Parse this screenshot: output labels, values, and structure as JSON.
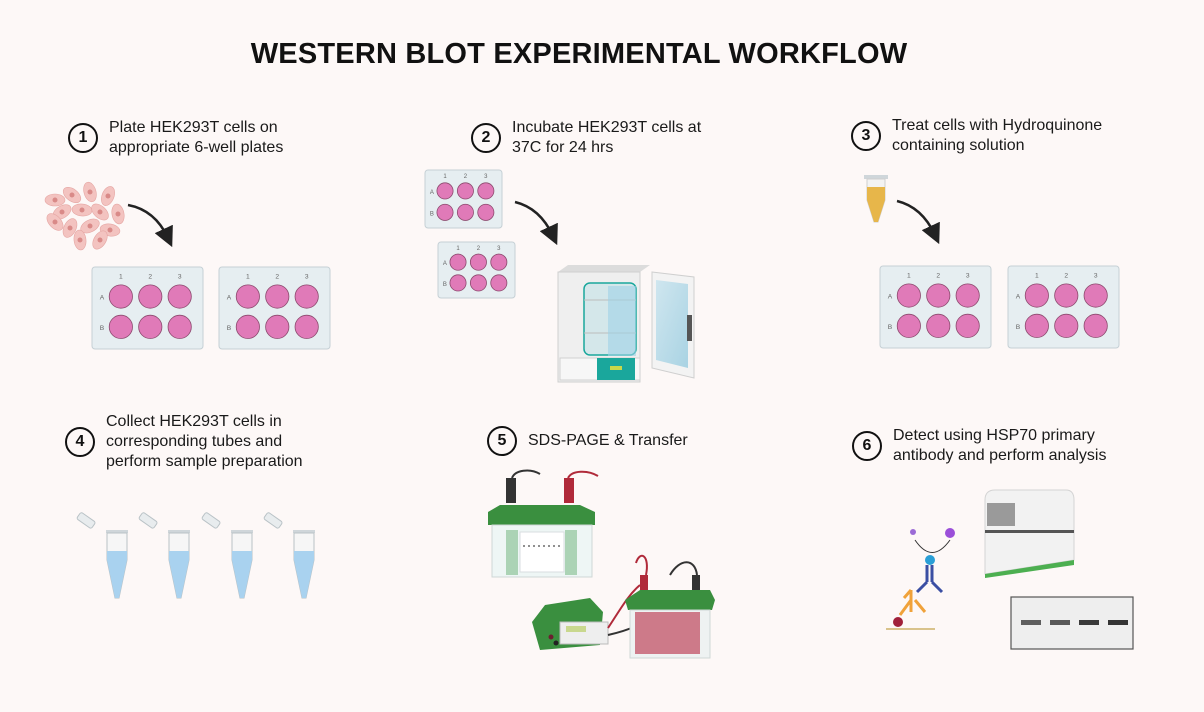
{
  "title": "WESTERN BLOT EXPERIMENTAL WORKFLOW",
  "colors": {
    "background": "#fdf8f7",
    "well_pink": "#e07ab8",
    "plate": "#e6eef1",
    "incubator_accent": "#1aa79c",
    "gel_green": "#3a8f3f",
    "tube_liquid_blue": "#a9d2ef",
    "tube_liquid_yellow": "#e7b64a"
  },
  "steps": [
    {
      "number": "1",
      "lines": [
        "Plate HEK293T cells on",
        "appropriate 6-well plates"
      ],
      "icons": [
        "cells-icon",
        "arrow-icon",
        "six-well-plate-icon",
        "six-well-plate-icon"
      ]
    },
    {
      "number": "2",
      "lines": [
        "Incubate HEK293T cells at",
        "37C for 24 hrs"
      ],
      "icons": [
        "six-well-plate-icon",
        "six-well-plate-icon",
        "arrow-icon",
        "incubator-icon"
      ]
    },
    {
      "number": "3",
      "lines": [
        "Treat cells with Hydroquinone",
        "containing solution"
      ],
      "icons": [
        "tube-icon",
        "arrow-icon",
        "six-well-plate-icon",
        "six-well-plate-icon"
      ]
    },
    {
      "number": "4",
      "lines": [
        "Collect HEK293T cells in",
        "corresponding tubes and",
        "perform sample preparation"
      ],
      "icons": [
        "tube-icon",
        "tube-icon",
        "tube-icon",
        "tube-icon"
      ]
    },
    {
      "number": "5",
      "lines": [
        "SDS-PAGE & Transfer"
      ],
      "icons": [
        "electrophoresis-tank-icon",
        "power-supply-icon",
        "transfer-tank-icon"
      ]
    },
    {
      "number": "6",
      "lines": [
        "Detect using HSP70 primary",
        "antibody and perform analysis"
      ],
      "icons": [
        "antibody-icon",
        "imager-icon",
        "blot-membrane-icon"
      ]
    }
  ],
  "plate_labels": {
    "columns": [
      "1",
      "2",
      "3"
    ],
    "rows": [
      "A",
      "B"
    ]
  },
  "blot_bands": [
    0.55,
    0.6,
    0.85,
    0.9
  ]
}
